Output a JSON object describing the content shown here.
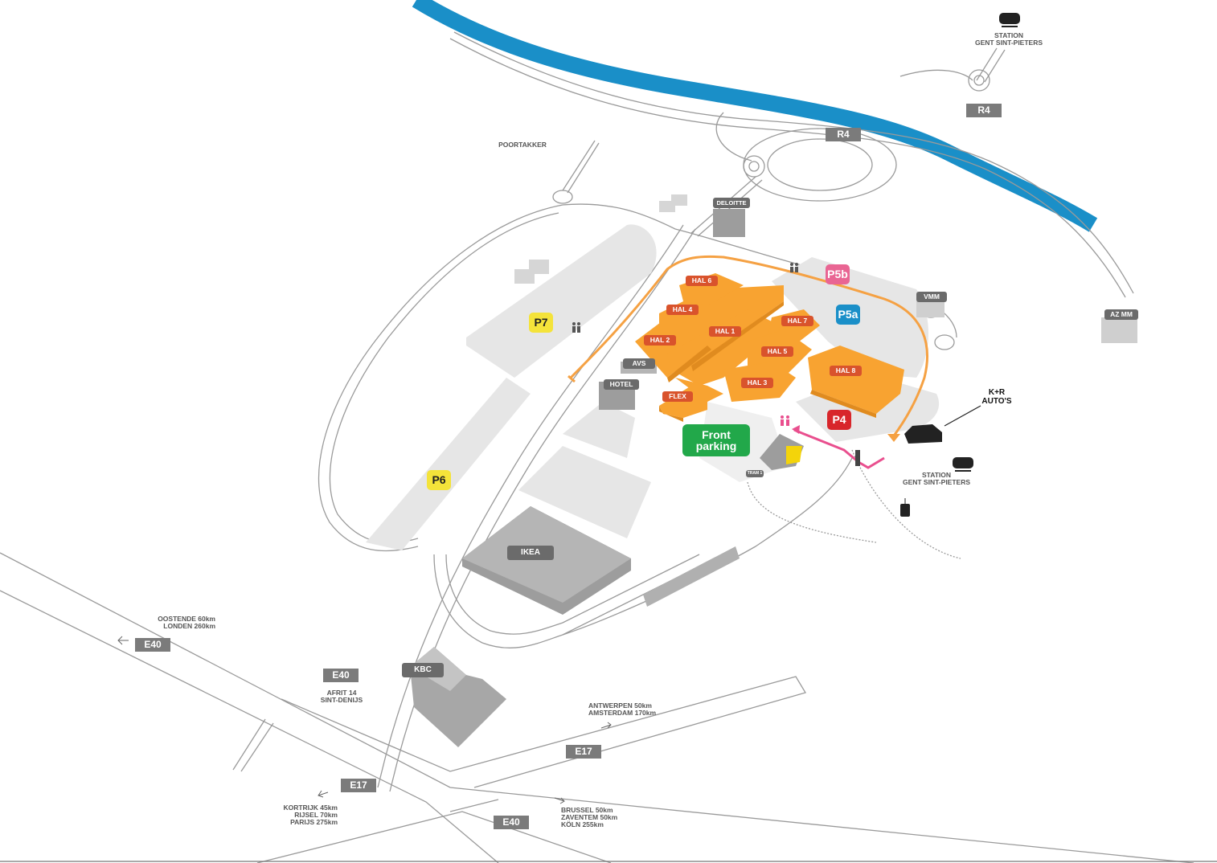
{
  "places": {
    "poortakker": "POORTAKKER",
    "station_top": [
      "STATION",
      "GENT SINT-PIETERS"
    ],
    "station_right": [
      "STATION",
      "GENT SINT-PIETERS"
    ],
    "kr_autos": [
      "K+R",
      "AUTO'S"
    ]
  },
  "road_shields": {
    "r4_right": "R4",
    "r4_center": "R4",
    "e40_west": "E40",
    "e40_center": "E40",
    "e40_south": "E40",
    "e17_west": "E17",
    "e17_east": "E17"
  },
  "directions": {
    "west": [
      "OOSTENDE 60km",
      "LONDEN 260km"
    ],
    "afrit": [
      "AFRIT 14",
      "SINT-DENIJS"
    ],
    "northeast": [
      "ANTWERPEN 50km",
      "AMSTERDAM 170km"
    ],
    "southwest": [
      "KORTRIJK 45km",
      "RIJSEL 70km",
      "PARIJS 275km"
    ],
    "southeast": [
      "BRUSSEL 50km",
      "ZAVENTEM 50km",
      "KÖLN 255km"
    ]
  },
  "halls": [
    "HAL 6",
    "HAL 4",
    "HAL 1",
    "HAL 2",
    "HAL 7",
    "HAL 5",
    "HAL 3",
    "HAL 8",
    "FLEX"
  ],
  "buildings": {
    "deloitte": "DELOITTE",
    "vmm": "VMM",
    "azmm": "AZ MM",
    "avs": "AVS",
    "hotel": "HOTEL",
    "ikea": "IKEA",
    "kbc": "KBC",
    "tram": "TRAM 1"
  },
  "parkings": {
    "p7": "P7",
    "p6": "P6",
    "p5b": "P5b",
    "p5a": "P5a",
    "p4": "P4",
    "front": [
      "Front",
      "parking"
    ]
  },
  "colors": {
    "river": "#1a8fc8",
    "halls": "#f8a331",
    "hall_label": "#d9532c",
    "parking_yellow": "#f4e33a",
    "parking_pink": "#e96593",
    "parking_blue": "#1a8fc8",
    "parking_red": "#d8262b",
    "front_parking": "#22a84a",
    "route_orange": "#f5a143",
    "route_pink": "#e94f8e"
  }
}
